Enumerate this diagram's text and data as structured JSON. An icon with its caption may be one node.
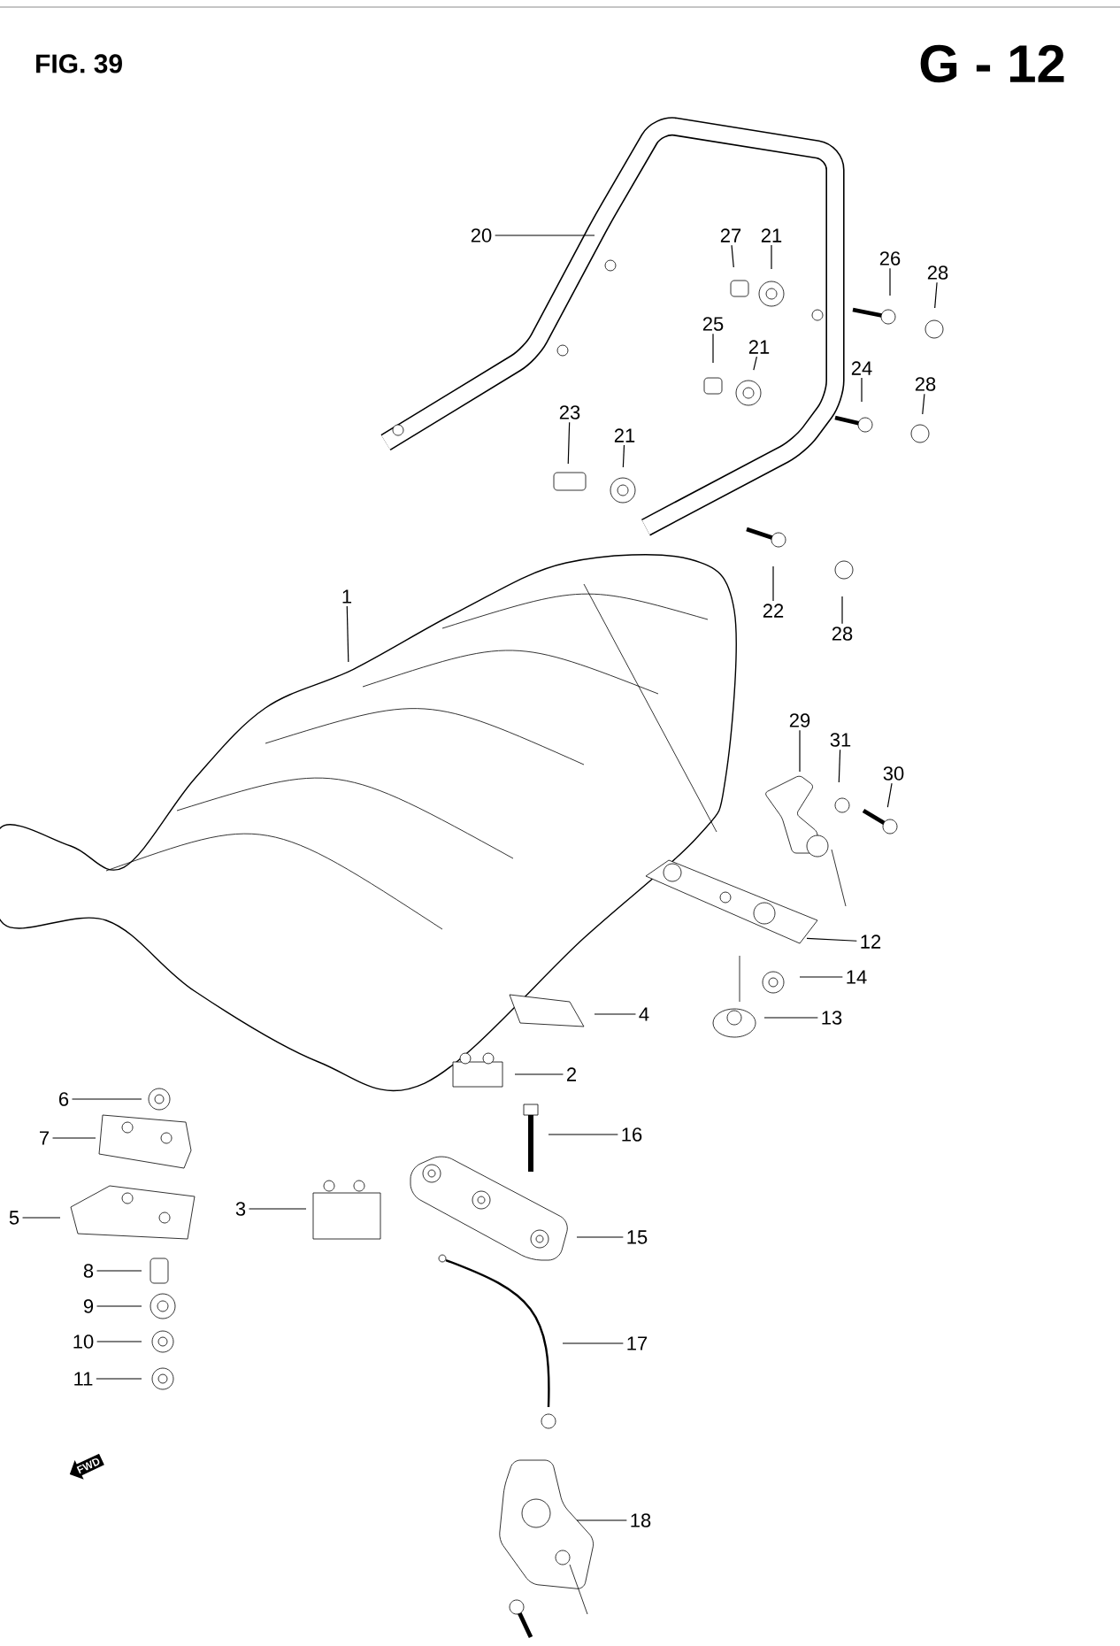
{
  "diagram": {
    "title": "FIG. 39",
    "nodes": [
      {
        "text": [
          "20"
        ]
      },
      {
        "text": [
          "27"
        ]
      },
      {
        "text": [
          "21"
        ]
      },
      {
        "text": [
          "26"
        ]
      },
      {
        "text": [
          "28"
        ]
      },
      {
        "text": [
          "25"
        ]
      },
      {
        "text": [
          "21"
        ]
      },
      {
        "text": [
          "24"
        ]
      },
      {
        "text": [
          "28"
        ]
      },
      {
        "text": [
          "23"
        ]
      },
      {
        "text": [
          "21"
        ]
      },
      {
        "text": [
          "1"
        ]
      },
      {
        "text": [
          "22"
        ]
      },
      {
        "text": [
          "28"
        ]
      },
      {
        "text": [
          "29"
        ]
      },
      {
        "text": [
          "31"
        ]
      },
      {
        "text": [
          "30"
        ]
      },
      {
        "text": [
          "12"
        ]
      },
      {
        "text": [
          "14"
        ]
      },
      {
        "text": [
          "13"
        ]
      },
      {
        "text": [
          "4"
        ]
      },
      {
        "text": [
          "2"
        ]
      },
      {
        "text": [
          "6"
        ]
      },
      {
        "text": [
          "16"
        ]
      },
      {
        "text": [
          "7"
        ]
      },
      {
        "text": [
          "3"
        ]
      },
      {
        "text": [
          "5"
        ]
      },
      {
        "text": [
          "15"
        ]
      },
      {
        "text": [
          "8"
        ]
      },
      {
        "text": [
          "9"
        ]
      },
      {
        "text": [
          "10"
        ]
      },
      {
        "text": [
          "17"
        ]
      },
      {
        "text": [
          "11"
        ]
      },
      {
        "text": [
          "18"
        ]
      }
    ],
    "edges": [
      {
        "from": 0,
        "to": null,
        "arrow": "none"
      },
      {
        "from": 1,
        "to": null,
        "arrow": "none"
      },
      {
        "from": 2,
        "to": null,
        "arrow": "none"
      },
      {
        "from": 3,
        "to": null,
        "arrow": "none"
      },
      {
        "from": 4,
        "to": null,
        "arrow": "none"
      },
      {
        "from": 5,
        "to": null,
        "arrow": "none"
      },
      {
        "from": 6,
        "to": null,
        "arrow": "none"
      },
      {
        "from": 7,
        "to": null,
        "arrow": "none"
      },
      {
        "from": 8,
        "to": null,
        "arrow": "none"
      },
      {
        "from": 9,
        "to": null,
        "arrow": "none"
      },
      {
        "from": 10,
        "to": null,
        "arrow": "none"
      },
      {
        "from": 11,
        "to": null,
        "arrow": "none"
      },
      {
        "from": 12,
        "to": null,
        "arrow": "none"
      },
      {
        "from": 13,
        "to": null,
        "arrow": "none"
      },
      {
        "from": 14,
        "to": null,
        "arrow": "none"
      },
      {
        "from": 15,
        "to": null,
        "arrow": "none"
      },
      {
        "from": 16,
        "to": null,
        "arrow": "none"
      },
      {
        "from": 17,
        "to": null,
        "arrow": "none"
      },
      {
        "from": 18,
        "to": null,
        "arrow": "none"
      },
      {
        "from": 19,
        "to": null,
        "arrow": "none"
      },
      {
        "from": 20,
        "to": null,
        "arrow": "none"
      },
      {
        "from": 21,
        "to": null,
        "arrow": "none"
      },
      {
        "from": 22,
        "to": null,
        "arrow": "none"
      },
      {
        "from": 23,
        "to": null,
        "arrow": "none"
      },
      {
        "from": 24,
        "to": null,
        "arrow": "none"
      },
      {
        "from": 25,
        "to": null,
        "arrow": "none"
      },
      {
        "from": 26,
        "to": null,
        "arrow": "none"
      },
      {
        "from": 27,
        "to": null,
        "arrow": "none"
      },
      {
        "from": 28,
        "to": null,
        "arrow": "none"
      },
      {
        "from": 29,
        "to": null,
        "arrow": "none"
      },
      {
        "from": 30,
        "to": null,
        "arrow": "none"
      },
      {
        "from": 31,
        "to": null,
        "arrow": "none"
      },
      {
        "from": 32,
        "to": null,
        "arrow": "none"
      },
      {
        "from": 33,
        "to": null,
        "arrow": "none"
      }
    ],
    "labels": [
      "G - 12",
      "FWD"
    ]
  }
}
